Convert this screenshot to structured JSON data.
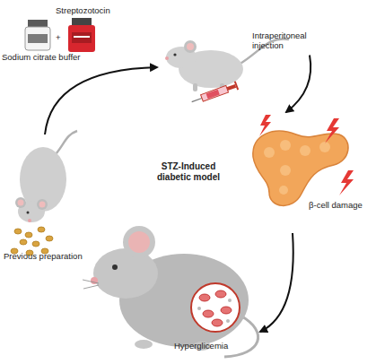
{
  "diagram": {
    "title": "STZ-Induced diabetic model",
    "nodes": [
      {
        "text": [
          "Previous preparation"
        ]
      },
      {
        "text": [
          "Intraperitoneal injection"
        ]
      },
      {
        "text": [
          "β-cell damage"
        ]
      },
      {
        "text": [
          "Hyperglicemia"
        ]
      }
    ],
    "edges": [
      {
        "from": 0,
        "to": 1,
        "arrow": "to"
      },
      {
        "from": 1,
        "to": 2,
        "arrow": "to"
      },
      {
        "from": 2,
        "to": 3,
        "arrow": "to"
      }
    ],
    "labels": [
      "Streptozotocin",
      "Sodium citrate buffer",
      "+"
    ]
  }
}
